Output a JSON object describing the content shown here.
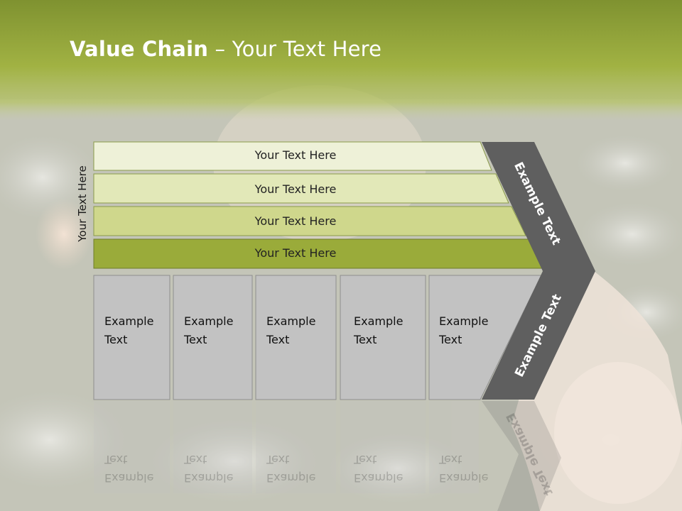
{
  "title": {
    "bold": "Value Chain",
    "rest": " – Your Text Here"
  },
  "side_label": "Your Text Here",
  "bars": [
    "Your Text Here",
    "Your Text Here",
    "Your Text Here",
    "Your Text Here"
  ],
  "columns": [
    {
      "line1": "Example",
      "line2": "Text"
    },
    {
      "line1": "Example",
      "line2": "Text"
    },
    {
      "line1": "Example",
      "line2": "Text"
    },
    {
      "line1": "Example",
      "line2": "Text"
    },
    {
      "line1": "Example",
      "line2": "Text"
    }
  ],
  "chevron": {
    "upper": "Example Text",
    "lower": "Example Text"
  },
  "colors": {
    "header_green": "#9aac3c",
    "bar_pale": "#eef1d8",
    "bar_light": "#e2e8b8",
    "bar_mid": "#cfd78c",
    "bar_dark": "#9aab3a",
    "column_gray": "#c2c2c2",
    "chevron_gray": "#5f5f5f"
  }
}
